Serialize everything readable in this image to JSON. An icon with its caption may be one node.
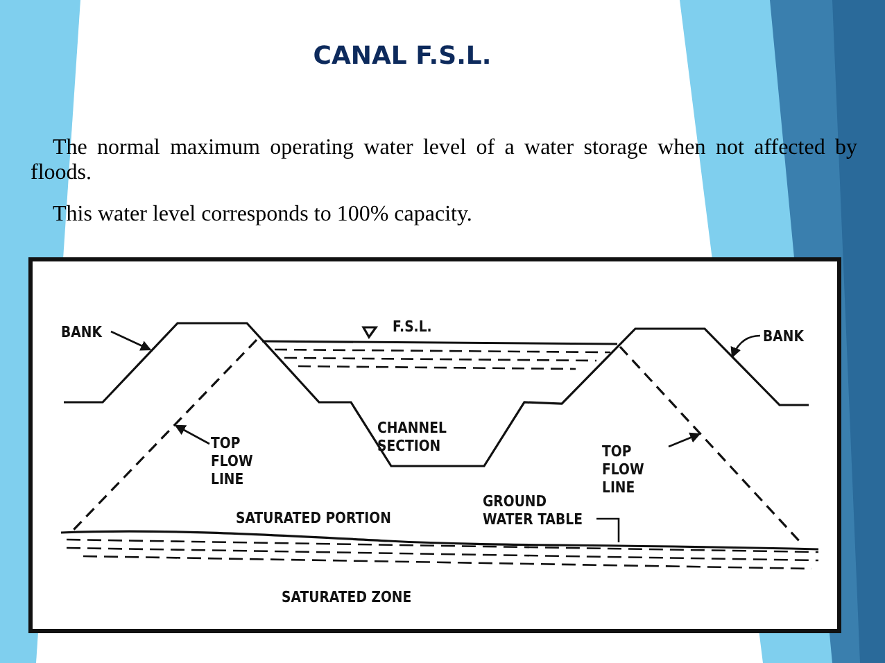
{
  "diagram": {
    "title": "CANAL F.S.L.",
    "nodes": [
      {
        "text": [
          "BANK"
        ]
      },
      {
        "text": [
          "BANK"
        ]
      },
      {
        "text": [
          "TOP FLOW LINE"
        ]
      },
      {
        "text": [
          "TOP FLOW LINE"
        ]
      },
      {
        "text": [
          "GROUND WATER TABLE"
        ]
      }
    ],
    "edges": [
      {
        "from": 0,
        "to": null,
        "arrow": "to"
      },
      {
        "from": 1,
        "to": null,
        "arrow": "to"
      },
      {
        "from": 2,
        "to": null,
        "arrow": "to"
      },
      {
        "from": 3,
        "to": null,
        "arrow": "to"
      },
      {
        "from": 4,
        "to": null,
        "arrow": "none"
      }
    ],
    "labels": [
      "The normal maximum operating water level of a water storage when not affected by floods.",
      "This water level corresponds to 100% capacity.",
      "F.S.L.",
      "CHANNEL SECTION",
      "SATURATED PORTION",
      "SATURATED ZONE"
    ]
  }
}
